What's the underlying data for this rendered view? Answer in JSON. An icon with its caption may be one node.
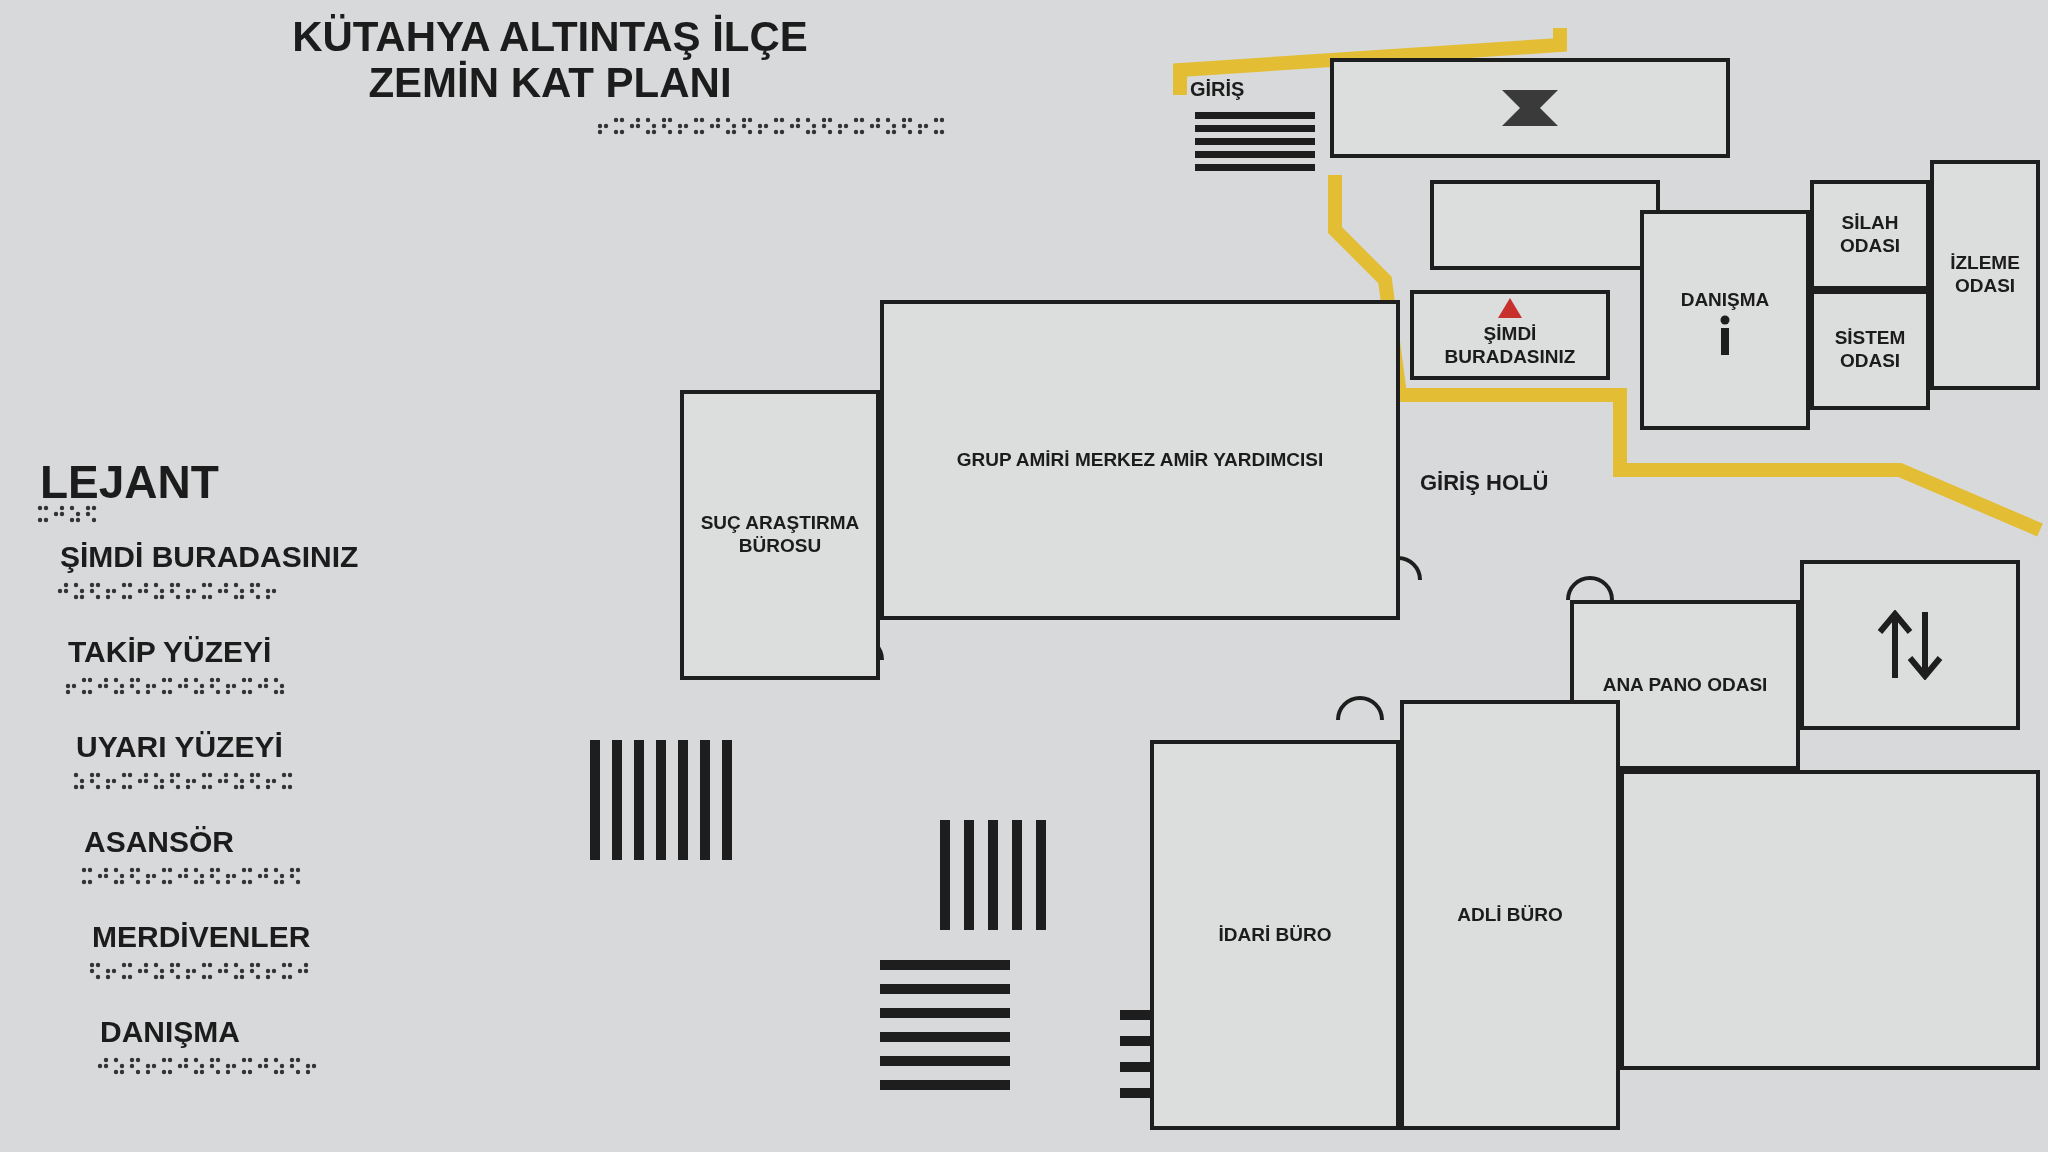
{
  "diagram": {
    "title": "KÜTAHYA ALTINTAŞ İLÇE ZEMİN KAT PLANI",
    "nodes": [
      {
        "text": [],
        "shape": "box"
      },
      {
        "text": [],
        "shape": "box"
      },
      {
        "text": [
          "ŞİMDİ BURADASINIZ"
        ]
      },
      {
        "text": [
          "SUÇ ARAŞTIRMA BÜROSU"
        ]
      },
      {
        "text": [
          "GRUP AMİRİ MERKEZ AMİR YARDIMCISI"
        ]
      },
      {
        "text": [
          "DANIŞMA"
        ]
      },
      {
        "text": [
          "SİLAH ODASI"
        ]
      },
      {
        "text": [
          "İZLEME ODASI"
        ]
      },
      {
        "text": [
          "SİSTEM ODASI"
        ]
      },
      {
        "text": [
          "ANA PANO ODASI"
        ]
      },
      {
        "text": [],
        "shape": "box"
      },
      {
        "text": [
          "İDARİ BÜRO"
        ]
      },
      {
        "text": [
          "ADLİ BÜRO"
        ]
      },
      {
        "text": [],
        "shape": "box"
      }
    ],
    "labels": [
      "GİRİŞ",
      "GİRİŞ HOLÜ",
      "LEJANT"
    ],
    "legend": [
      {
        "text": "ŞİMDİ BURADASINIZ"
      },
      {
        "text": "TAKİP YÜZEYİ"
      },
      {
        "text": "UYARI YÜZEYİ"
      },
      {
        "text": "ASANSÖR"
      },
      {
        "text": "MERDİVENLER"
      },
      {
        "text": "DANIŞMA"
      }
    ]
  }
}
